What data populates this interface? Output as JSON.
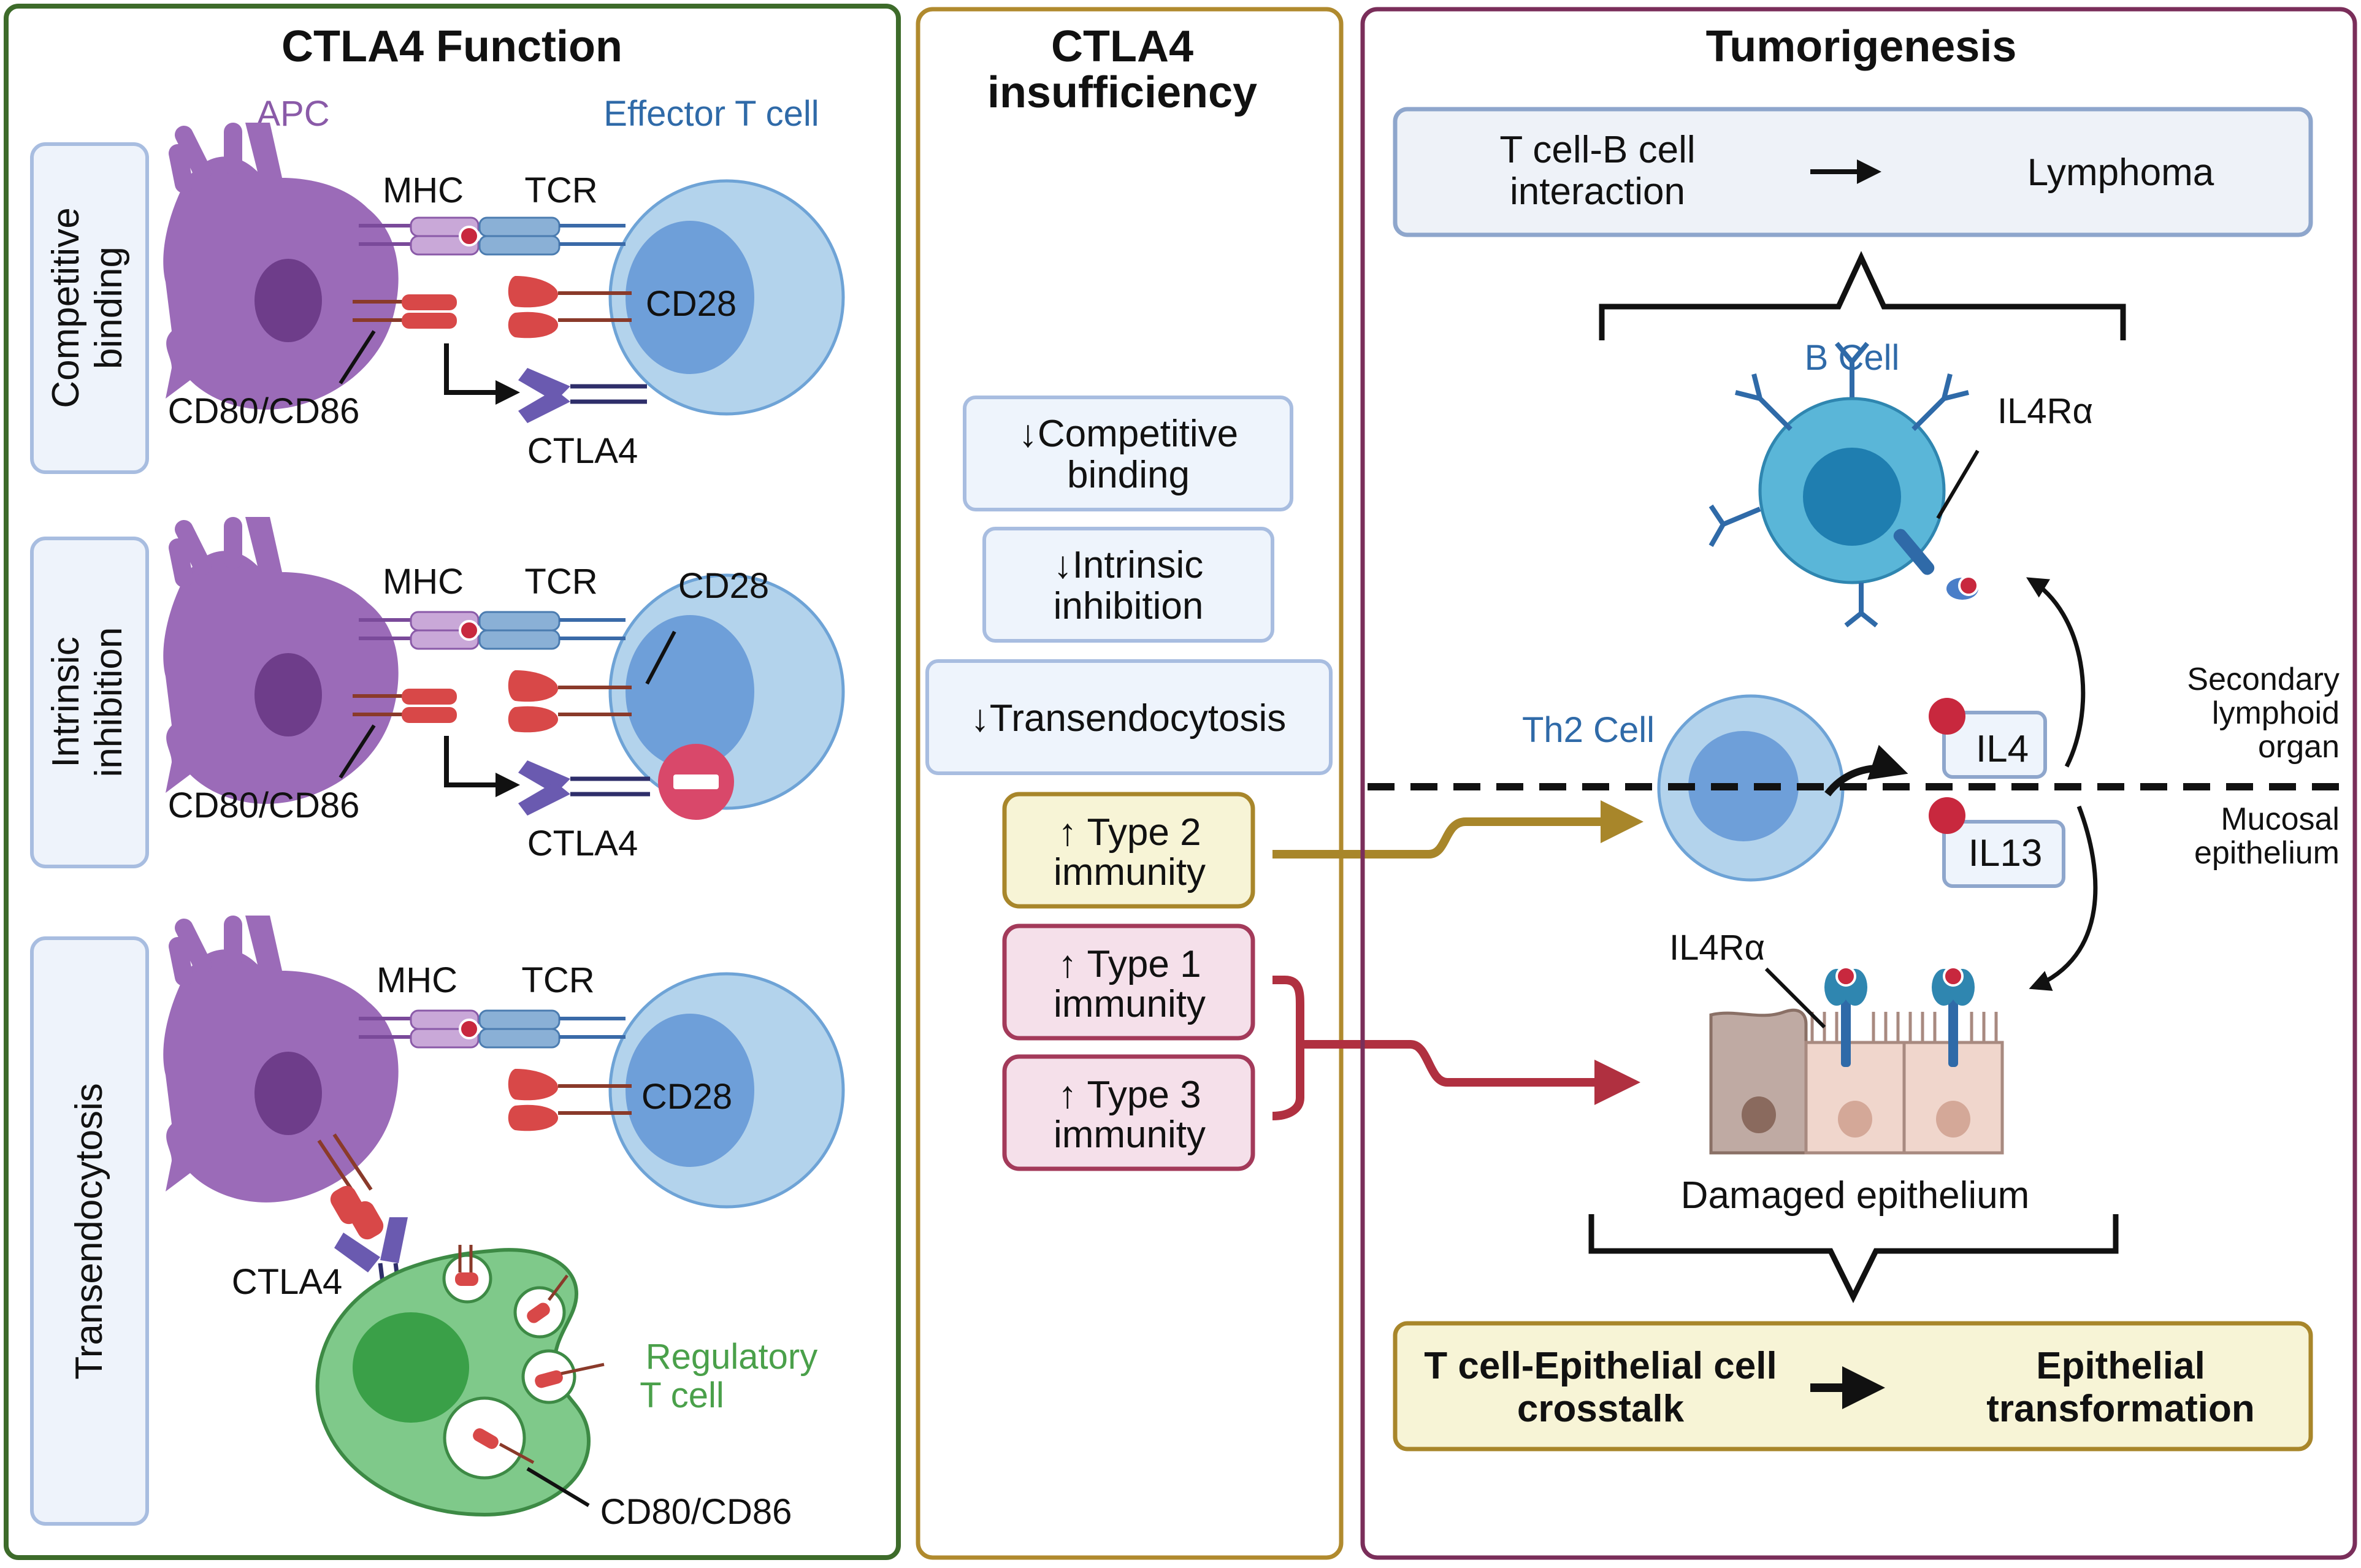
{
  "panels": {
    "function": {
      "title": "CTLA4 Function",
      "apc": "APC",
      "effector": "Effector T cell",
      "regulatory": [
        "Regulatory",
        "T cell"
      ],
      "mechanisms": [
        {
          "lines": [
            "Competitive",
            "binding"
          ]
        },
        {
          "lines": [
            "Intrinsic",
            "inhibition"
          ]
        },
        {
          "lines": [
            "Transendocytosis"
          ]
        }
      ],
      "labels": {
        "mhc": "MHC",
        "tcr": "TCR",
        "cd28": "CD28",
        "ctla4": "CTLA4",
        "cd80": "CD80/CD86"
      }
    },
    "insufficiency": {
      "title": [
        "CTLA4",
        "insufficiency"
      ],
      "effects": [
        {
          "lines": [
            "↓Competitive",
            "binding"
          ]
        },
        {
          "lines": [
            "↓Intrinsic",
            "inhibition"
          ]
        },
        {
          "lines": [
            "↓Transendocytosis"
          ]
        }
      ],
      "immunity": [
        {
          "lines": [
            "↑ Type 2",
            "immunity"
          ]
        },
        {
          "lines": [
            "↑ Type 1",
            "immunity"
          ]
        },
        {
          "lines": [
            "↑ Type 3",
            "immunity"
          ]
        }
      ]
    },
    "tumorigenesis": {
      "title": "Tumorigenesis",
      "top_box": {
        "left": [
          "T cell-B cell",
          "interaction"
        ],
        "right": "Lymphoma"
      },
      "b_cell": "B Cell",
      "il4ra": "IL4Rα",
      "th2": "Th2 Cell",
      "il4": "IL4",
      "il13": "IL13",
      "region_top": [
        "Secondary",
        "lymphoid",
        "organ"
      ],
      "region_bottom": [
        "Mucosal",
        "epithelium"
      ],
      "damaged": "Damaged epithelium",
      "bottom_box": {
        "left": [
          "T cell-Epithelial cell",
          "crosstalk"
        ],
        "right": [
          "Epithelial",
          "transformation"
        ]
      }
    }
  },
  "colors": {
    "panel1_border": "#3d6b2a",
    "panel2_border": "#b08a2e",
    "panel3_border": "#7a2e5a",
    "apc": "#9b6bb8",
    "apc_nucleus": "#6e3d8a",
    "effector": "#b3d3ec",
    "effector_nucleus": "#6e9fd9",
    "regulatory": "#7fc98a",
    "regulatory_nucleus": "#3aa048",
    "b_cell": "#5ab6d8",
    "type2": "#a8862a",
    "type13": "#b03040",
    "inhibit": "#d9486a"
  }
}
